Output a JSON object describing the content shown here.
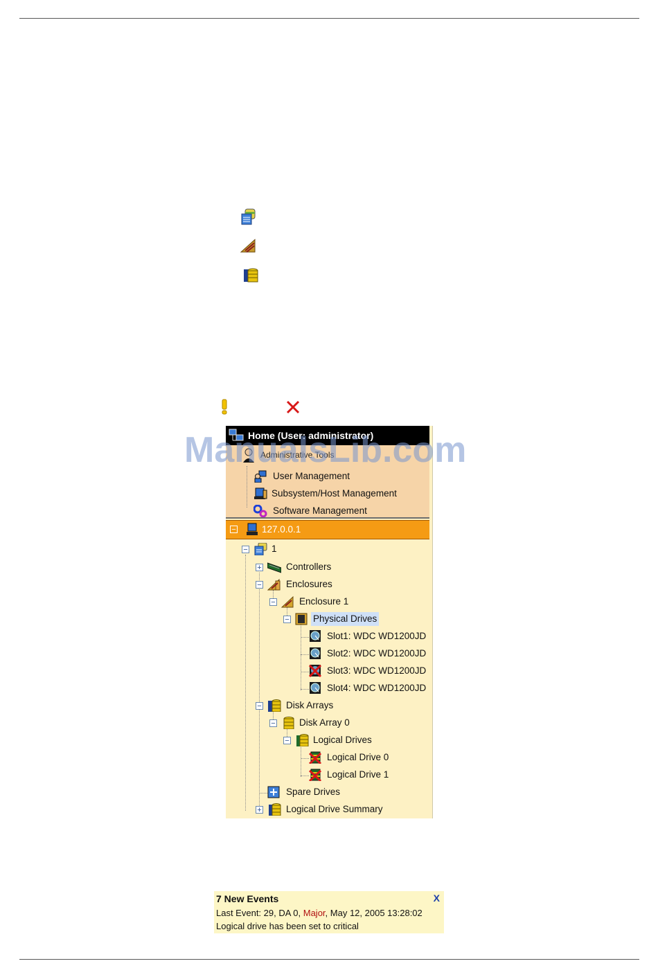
{
  "tree": {
    "header_title": "Home (User: administrator)",
    "admin_label": "Administrative Tools",
    "admin_items": [
      {
        "label": "User Management",
        "icon": "users-icon"
      },
      {
        "label": "Subsystem/Host Management",
        "icon": "host-icon"
      },
      {
        "label": "Software Management",
        "icon": "gears-icon"
      }
    ],
    "host_label": "127.0.0.1",
    "subsystem_label": "1",
    "controllers_label": "Controllers",
    "enclosures_label": "Enclosures",
    "enclosure1_label": "Enclosure 1",
    "physical_drives_label": "Physical Drives",
    "slots": [
      {
        "label": "Slot1: WDC WD1200JD",
        "status": "ok"
      },
      {
        "label": "Slot2: WDC WD1200JD",
        "status": "ok"
      },
      {
        "label": "Slot3: WDC WD1200JD",
        "status": "error"
      },
      {
        "label": "Slot4: WDC WD1200JD",
        "status": "ok"
      }
    ],
    "disk_arrays_label": "Disk Arrays",
    "disk_array0_label": "Disk Array 0",
    "logical_drives_label": "Logical Drives",
    "logical_drive0_label": "Logical Drive 0",
    "logical_drive1_label": "Logical Drive 1",
    "spare_drives_label": "Spare Drives",
    "ld_summary_label": "Logical Drive Summary"
  },
  "watermark": "ManualsLib.com",
  "events": {
    "title": "7 New Events",
    "close_label": "X",
    "last_event_prefix": "Last Event: 29, DA 0, ",
    "severity": "Major",
    "last_event_suffix": ", May 12, 2005 13:28:02",
    "message": "Logical drive has been set to critical"
  },
  "colors": {
    "tree_bg": "#fdf1c4",
    "header_bg": "#000000",
    "admin_bg": "#f6d4a8",
    "host_bg": "#f59b14",
    "event_bg": "#fdf6c6",
    "error_red": "#d81818",
    "warning_yellow": "#f2c200"
  }
}
